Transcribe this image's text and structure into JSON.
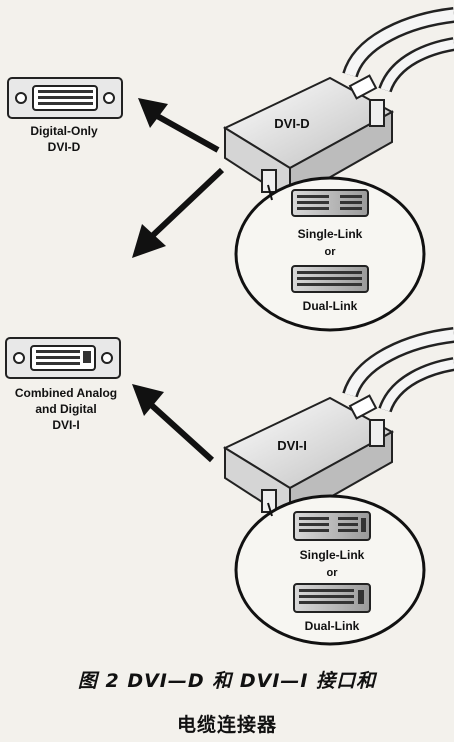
{
  "diagram": {
    "top_section": {
      "port_label": [
        "Digital-Only",
        "DVI-D"
      ],
      "connector_label": "DVI-D",
      "inset_option_1": "Single-Link",
      "inset_or": "or",
      "inset_option_2": "Dual-Link"
    },
    "bottom_section": {
      "port_label": [
        "Combined Analog",
        "and Digital",
        "DVI-I"
      ],
      "connector_label": "DVI-I",
      "inset_option_1": "Single-Link",
      "inset_or": "or",
      "inset_option_2": "Dual-Link"
    },
    "caption": {
      "line1": "图 2  DVI—D 和 DVI—I 接口和",
      "line2": "电缆连接器"
    }
  }
}
